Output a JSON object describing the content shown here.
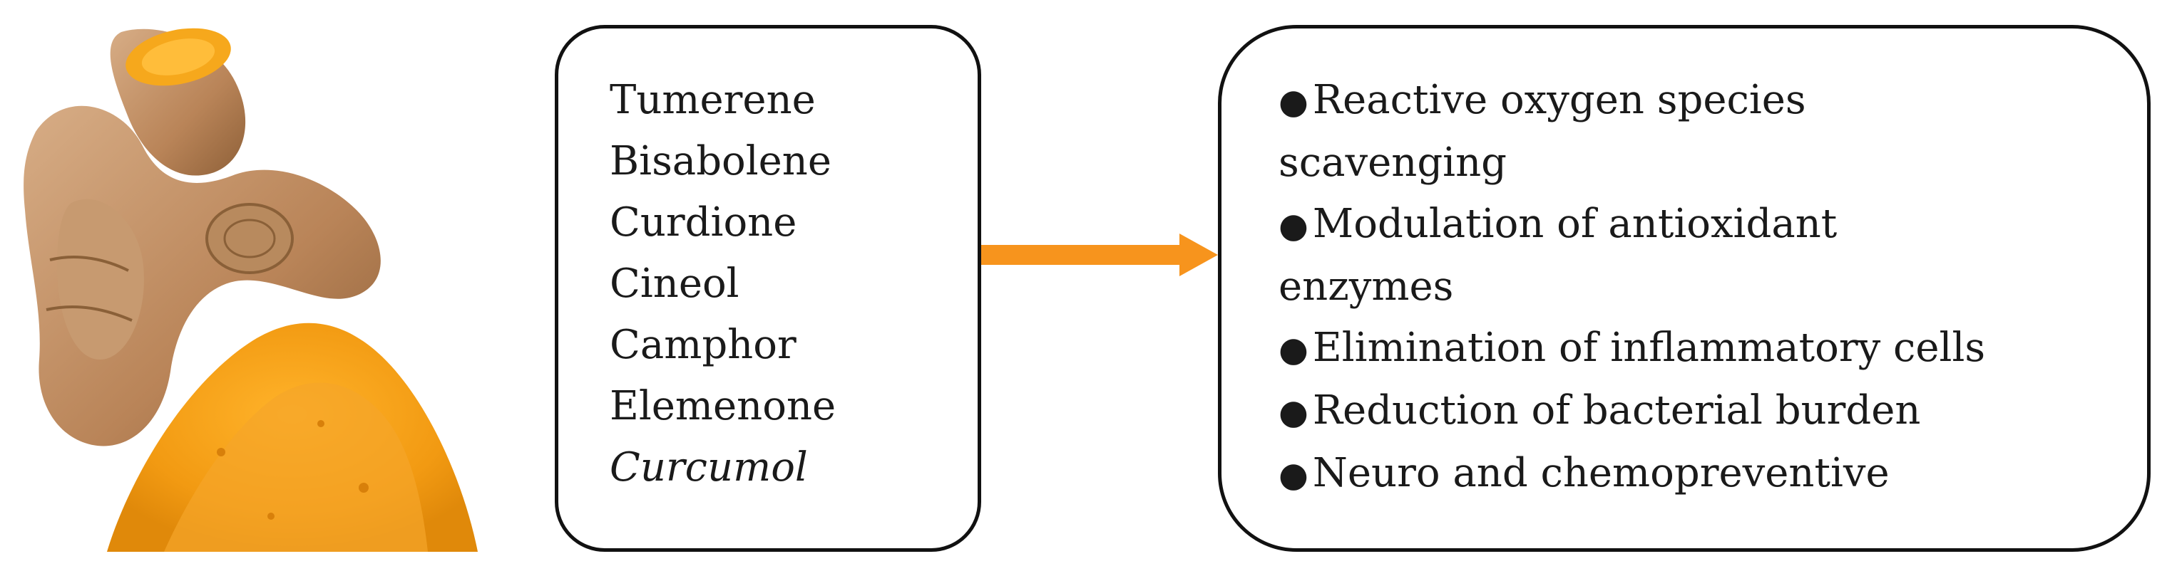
{
  "compounds": [
    {
      "name": "Tumerene",
      "italic": false
    },
    {
      "name": "Bisabolene",
      "italic": false
    },
    {
      "name": "Curdione",
      "italic": false
    },
    {
      "name": "Cineol",
      "italic": false
    },
    {
      "name": "Camphor",
      "italic": false
    },
    {
      "name": "Elemenone",
      "italic": false
    },
    {
      "name": "Curcumol",
      "italic": true
    }
  ],
  "effects": [
    {
      "line1": "Reactive oxygen species",
      "line2": "scavenging"
    },
    {
      "line1": "Modulation of antioxidant",
      "line2": "enzymes"
    },
    {
      "line1": "Elimination of inflammatory cells",
      "line2": ""
    },
    {
      "line1": "Reduction of bacterial burden",
      "line2": ""
    },
    {
      "line1": "Neuro and chemopreventive",
      "line2": ""
    }
  ],
  "colors": {
    "arrow": "#f7941d",
    "powder": "#f0a020",
    "root_skin": "#c4936a",
    "root_flesh": "#f5a623"
  }
}
